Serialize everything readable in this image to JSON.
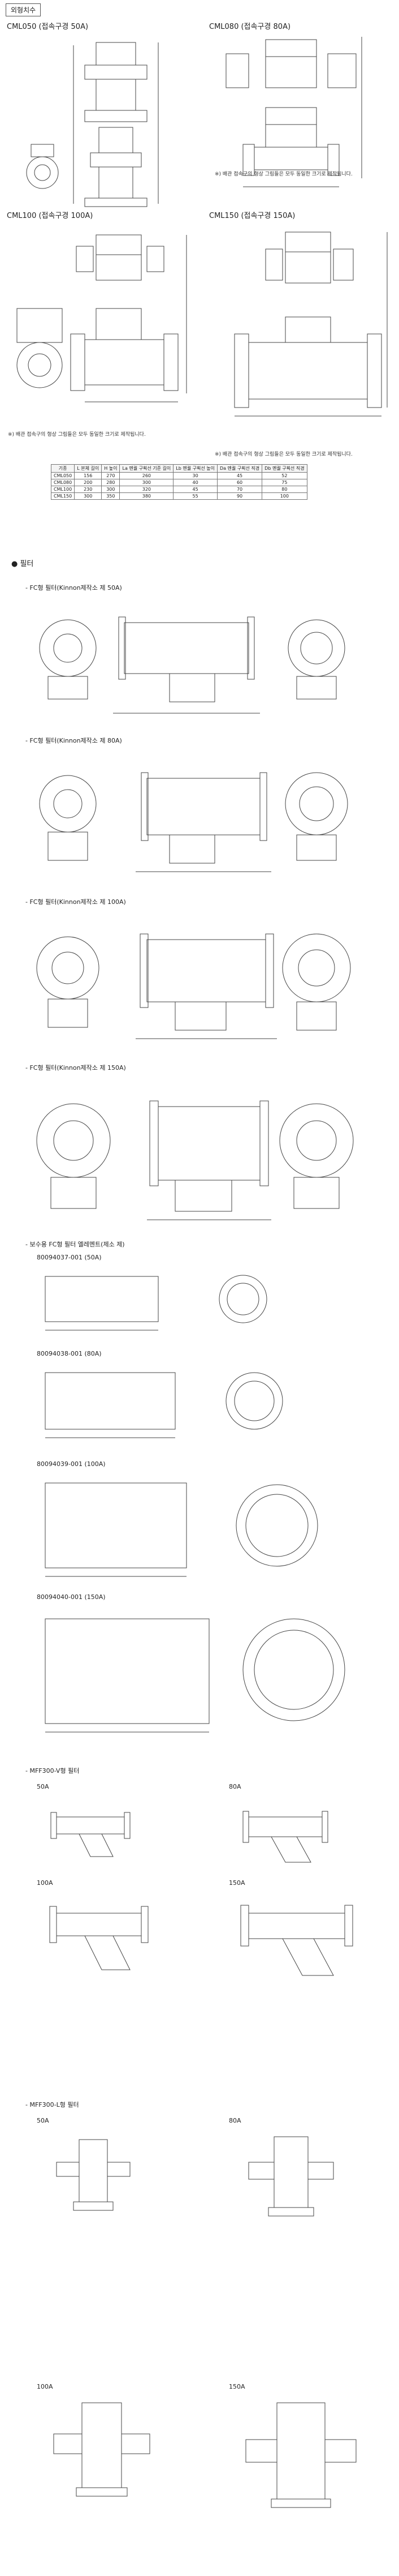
{
  "header": {
    "tag": "외형치수"
  },
  "top_models": [
    {
      "title": "CML050 (접속구경 50A)"
    },
    {
      "title": "CML080 (접속구경 80A)",
      "note": "※) 배관 접속구의 형상 그림들은 모두 동일한 크기로 제작됩니다."
    },
    {
      "title": "CML100 (접속구경 100A)",
      "note": "※) 배관 접속구의 형상 그림들은 모두 동일한 크기로 제작됩니다."
    },
    {
      "title": "CML150 (접속구경 150A)",
      "note": "※) 배관 접속구의 형상 그림들은 모두 동일한 크기로 제작됩니다."
    }
  ],
  "dim_table": {
    "headers": [
      "기종",
      "L 본체 길이",
      "H 높이",
      "La 멘퀄 구획선 기준 길이",
      "Lb 멘퀄 구획선 높이",
      "Da 멘퀄 구획선 직경",
      "Db 멘퀄 구획선 직경"
    ],
    "rows": [
      [
        "CML050",
        "156",
        "270",
        "260",
        "30",
        "45",
        "52"
      ],
      [
        "CML080",
        "200",
        "280",
        "300",
        "40",
        "60",
        "75"
      ],
      [
        "CML100",
        "230",
        "300",
        "320",
        "45",
        "70",
        "80"
      ],
      [
        "CML150",
        "300",
        "350",
        "380",
        "55",
        "90",
        "100"
      ]
    ]
  },
  "strainer_section": {
    "heading": "● 필터",
    "items": [
      {
        "label": "- FC형 필터(Kinnon제작소 제 50A)"
      },
      {
        "label": "- FC형 필터(Kinnon제작소 제 80A)"
      },
      {
        "label": "- FC형 필터(Kinnon제작소 제 100A)"
      },
      {
        "label": "- FC형 필터(Kinnon제작소 제 150A)"
      }
    ]
  },
  "element_section": {
    "label": "- 보수용 FC형 필터 엘레멘트(제소 제)",
    "items": [
      {
        "code": "80094037-001 (50A)"
      },
      {
        "code": "80094038-001 (80A)"
      },
      {
        "code": "80094039-001 (100A)"
      },
      {
        "code": "80094040-001 (150A)"
      }
    ]
  },
  "mff_v": {
    "label": "- MFF300-V형 필터",
    "sizes": [
      "50A",
      "80A",
      "100A",
      "150A"
    ]
  },
  "mff_l": {
    "label": "- MFF300-L형 필터",
    "sizes": [
      "50A",
      "80A",
      "100A",
      "150A"
    ]
  }
}
